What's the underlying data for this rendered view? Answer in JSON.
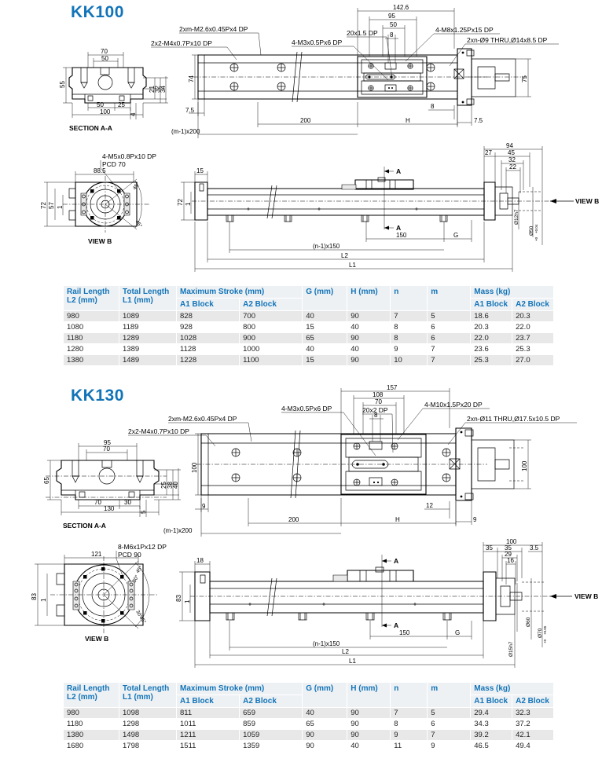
{
  "sections": [
    {
      "id": "kk100",
      "title": "KK100",
      "section_view_label": "SECTION A-A",
      "view_b_label": "VIEW B",
      "view_b_arrow_label": "VIEW B",
      "callouts": {
        "sec_aa_top_left": "2x2-M4x0.7Px10 DP",
        "rail_top": "2xm-M2.6x0.45Px4 DP",
        "block_top": "4-M3x0.5Px6 DP",
        "block_slot": "20x1.5 DP",
        "motor_mount": "4-M8x1.25Px15 DP",
        "rail_holes": "2xn-Ø9 THRU,Ø14x8.5 DP",
        "flange_holes": "4-M5x0.8Px10 DP",
        "flange_pcd": "PCD 70"
      },
      "dims_section_aa": [
        "70",
        "50",
        "55",
        "50",
        "25",
        "100",
        "21",
        "32",
        "34",
        "4"
      ],
      "dims_plan": [
        "74",
        "7.5",
        "142.6",
        "95",
        "50",
        "8",
        "200",
        "(m-1)x200",
        "H",
        "8",
        "7.5",
        "75"
      ],
      "dims_view_b": [
        "88.5",
        "72",
        "57",
        "1",
        "45°",
        "45°"
      ],
      "dims_elev": [
        "15",
        "72",
        "1",
        "150",
        "G",
        "(n-1)x150",
        "L2",
        "L1",
        "94",
        "27",
        "45",
        "32",
        "22"
      ],
      "shaft_dims": [
        "Ø12h7",
        "Ø50"
      ],
      "shaft_tol_upper": "+0.04",
      "shaft_tol_lower": "+0",
      "section_marks": [
        "A",
        "A"
      ],
      "table": {
        "header_groups": [
          {
            "label": "Rail Length\nL2 (mm)",
            "span": 1,
            "rows": 2
          },
          {
            "label": "Total Length\nL1 (mm)",
            "span": 1,
            "rows": 2
          },
          {
            "label": "Maximum  Stroke (mm)",
            "span": 2,
            "rows": 1
          },
          {
            "label": "G (mm)",
            "span": 1,
            "rows": 2
          },
          {
            "label": "H (mm)",
            "span": 1,
            "rows": 2
          },
          {
            "label": "n",
            "span": 1,
            "rows": 2
          },
          {
            "label": "m",
            "span": 1,
            "rows": 2
          },
          {
            "label": "Mass (kg)",
            "span": 2,
            "rows": 1
          }
        ],
        "columns": [
          "Rail Length L2 (mm)",
          "Total Length L1 (mm)",
          "Maximum Stroke A1 Block",
          "Maximum Stroke A2 Block",
          "G (mm)",
          "H (mm)",
          "n",
          "m",
          "Mass A1 Block",
          "Mass A2 Block"
        ],
        "sub_headers": [
          "A1 Block",
          "A2 Block",
          "A1 Block",
          "A2 Block"
        ],
        "group_titles": {
          "stroke": "Maximum  Stroke (mm)",
          "mass": "Mass (kg)"
        },
        "head_rail": "Rail Length",
        "head_rail2": "L2 (mm)",
        "head_total": "Total Length",
        "head_total2": "L1 (mm)",
        "head_g": "G (mm)",
        "head_h": "H (mm)",
        "head_n": "n",
        "head_m": "m",
        "rows": [
          [
            "980",
            "1089",
            "828",
            "700",
            "40",
            "90",
            "7",
            "5",
            "18.6",
            "20.3"
          ],
          [
            "1080",
            "1189",
            "928",
            "800",
            "15",
            "40",
            "8",
            "6",
            "20.3",
            "22.0"
          ],
          [
            "1180",
            "1289",
            "1028",
            "900",
            "65",
            "90",
            "8",
            "6",
            "22.0",
            "23.7"
          ],
          [
            "1280",
            "1389",
            "1128",
            "1000",
            "40",
            "40",
            "9",
            "7",
            "23.6",
            "25.3"
          ],
          [
            "1380",
            "1489",
            "1228",
            "1100",
            "15",
            "90",
            "10",
            "7",
            "25.3",
            "27.0"
          ]
        ]
      }
    },
    {
      "id": "kk130",
      "title": "KK130",
      "section_view_label": "SECTION A-A",
      "view_b_label": "VIEW B",
      "view_b_arrow_label": "VIEW B",
      "callouts": {
        "sec_aa_top_left": "2x2-M4x0.7Px10 DP",
        "rail_top": "2xm-M2.6x0.45Px4 DP",
        "block_top": "4-M3x0.5Px6 DP",
        "block_slot": "20x2 DP",
        "motor_mount": "4-M10x1.5Px20 DP",
        "rail_holes": "2xn-Ø11 THRU,Ø17.5x10.5 DP",
        "flange_holes": "8-M6x1Px12 DP",
        "flange_pcd": "PCD 90"
      },
      "dims_section_aa": [
        "95",
        "70",
        "65",
        "70",
        "30",
        "130",
        "25",
        "38",
        "40",
        "5"
      ],
      "dims_plan": [
        "100",
        "9",
        "157",
        "108",
        "70",
        "8",
        "200",
        "(m-1)x200",
        "H",
        "12",
        "9",
        "100"
      ],
      "dims_view_b": [
        "121",
        "83",
        "1",
        "45°",
        "30°",
        "45°",
        "30°"
      ],
      "dims_elev": [
        "18",
        "83",
        "1",
        "150",
        "G",
        "(n-1)x150",
        "L2",
        "L1",
        "100",
        "35",
        "35",
        "29",
        "16",
        "3.5"
      ],
      "shaft_dims": [
        "Ø15h7",
        "Ø60",
        "Ø70"
      ],
      "shaft_tol_upper": "+0.05",
      "shaft_tol_lower": "+0",
      "section_marks": [
        "A",
        "A"
      ],
      "table": {
        "columns": [
          "Rail Length L2 (mm)",
          "Total Length L1 (mm)",
          "Maximum Stroke A1 Block",
          "Maximum Stroke A2 Block",
          "G (mm)",
          "H (mm)",
          "n",
          "m",
          "Mass A1 Block",
          "Mass A2 Block"
        ],
        "sub_headers": [
          "A1 Block",
          "A2 Block",
          "A1 Block",
          "A2 Block"
        ],
        "group_titles": {
          "stroke": "Maximum  Stroke (mm)",
          "mass": "Mass (kg)"
        },
        "head_rail": "Rail Length",
        "head_rail2": "L2 (mm)",
        "head_total": "Total Length",
        "head_total2": "L1 (mm)",
        "head_g": "G (mm)",
        "head_h": "H (mm)",
        "head_n": "n",
        "head_m": "m",
        "rows": [
          [
            "980",
            "1098",
            "811",
            "659",
            "40",
            "90",
            "7",
            "5",
            "29.4",
            "32.3"
          ],
          [
            "1180",
            "1298",
            "1011",
            "859",
            "65",
            "90",
            "8",
            "6",
            "34.3",
            "37.2"
          ],
          [
            "1380",
            "1498",
            "1211",
            "1059",
            "90",
            "90",
            "9",
            "7",
            "39.2",
            "42.1"
          ],
          [
            "1680",
            "1798",
            "1511",
            "1359",
            "90",
            "40",
            "11",
            "9",
            "46.5",
            "49.4"
          ]
        ]
      }
    }
  ],
  "colors": {
    "title": "#1274b8",
    "header_text": "#1274b8",
    "header_bg": "#eef1f4",
    "row_alt": "#e8e8e8",
    "line": "#000000"
  }
}
